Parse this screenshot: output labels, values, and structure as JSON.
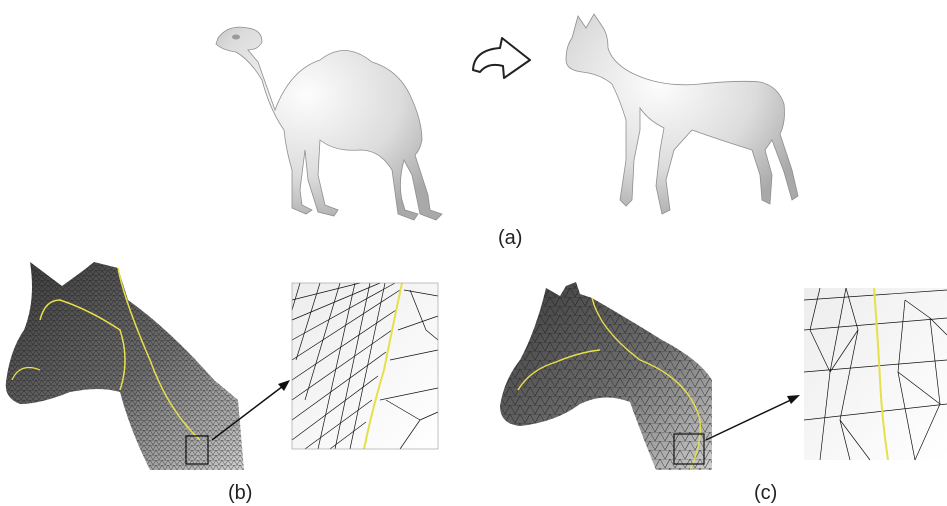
{
  "captions": {
    "a": "(a)",
    "b": "(b)",
    "c": "(c)"
  },
  "colors": {
    "seam": "#e6e04a",
    "mesh_dark": "#2b2b2b",
    "mesh_light": "#d9d9d9",
    "surface": "#e6e6e6"
  },
  "icons": {
    "transfer": "curved-arrow-icon",
    "zoom": "arrow-icon"
  }
}
